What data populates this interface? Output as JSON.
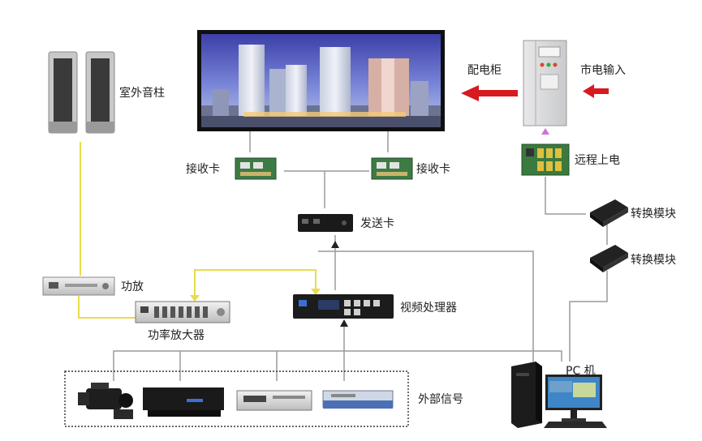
{
  "labels": {
    "outdoor_speakers": "室外音柱",
    "distribution_cabinet": "配电柜",
    "mains_input": "市电输入",
    "receiver_card_left": "接收卡",
    "receiver_card_right": "接收卡",
    "remote_power": "远程上电",
    "sender_card": "发送卡",
    "converter_1": "转换模块",
    "converter_2": "转换模块",
    "amplifier": "功放",
    "video_processor": "视频处理器",
    "power_amplifier": "功率放大器",
    "pc": "PC 机",
    "external_signal": "外部信号"
  },
  "colors": {
    "audio_line": "#e9dc4a",
    "signal_line": "#9a9a9a",
    "power_arrow": "#d71920",
    "arrow_dark": "#222222",
    "up_arrow_pink": "#d070d8"
  }
}
